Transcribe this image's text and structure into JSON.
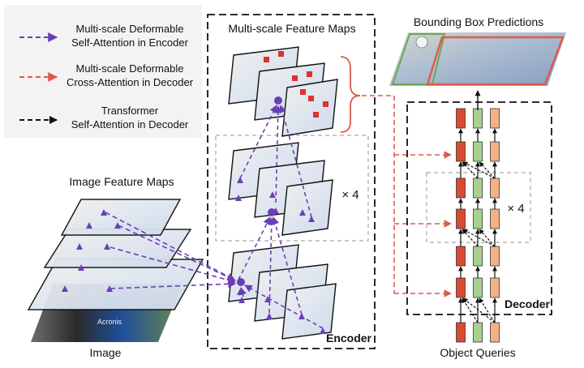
{
  "legend": {
    "items": [
      {
        "line1": "Multi-scale Deformable",
        "line2": "Self-Attention in Encoder",
        "color": "#6a3fb5"
      },
      {
        "line1": "Multi-scale Deformable",
        "line2": "Cross-Attention in Decoder",
        "color": "#e05a4a"
      },
      {
        "line1": "Transformer",
        "line2": "Self-Attention in Decoder",
        "color": "#111111"
      }
    ]
  },
  "labels": {
    "image_feature_maps": "Image Feature Maps",
    "image": "Image",
    "multiscale_feature_maps": "Multi-scale Feature Maps",
    "encoder": "Encoder",
    "repeat_encoder": "× 4",
    "bbox_predictions": "Bounding Box Predictions",
    "decoder": "Decoder",
    "repeat_decoder": "× 4",
    "object_queries": "Object Queries",
    "jersey_text": "Acronis"
  },
  "colors": {
    "encoder_arrow": "#6a3fb5",
    "decoder_arrow": "#e05a4a",
    "self_attn_arrow": "#111111",
    "token_red": "#d94a33",
    "token_green": "#a9d18e",
    "token_peach": "#f4b183",
    "sample_square": "#e03030"
  }
}
